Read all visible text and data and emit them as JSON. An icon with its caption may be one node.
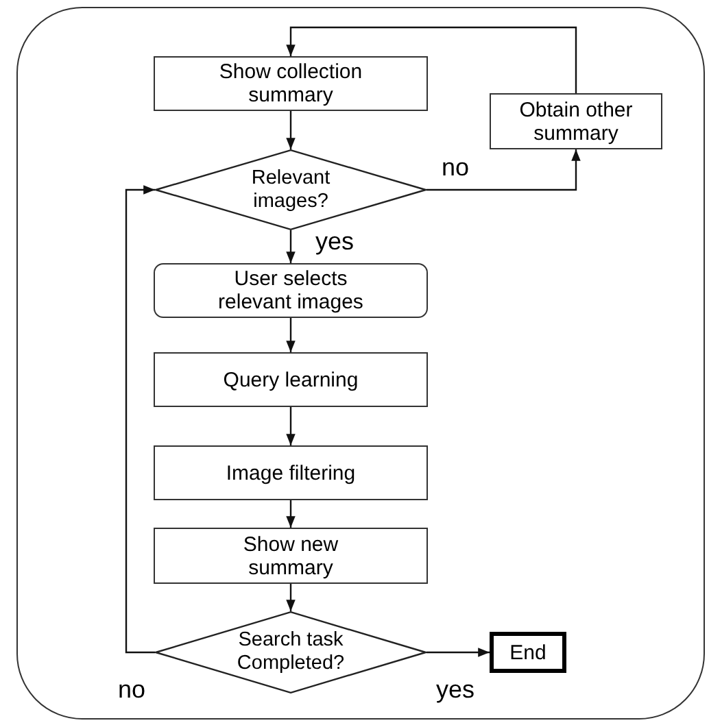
{
  "diagram": {
    "nodes": [
      {
        "text": [
          "Show collection summary"
        ]
      },
      {
        "text": [
          "Obtain other summary"
        ]
      },
      {
        "text": [
          "Relevant images?"
        ]
      },
      {
        "text": [
          "User selects relevant images"
        ]
      },
      {
        "text": [
          "Query learning"
        ]
      },
      {
        "text": [
          "Image filtering"
        ]
      },
      {
        "text": [
          "Show new summary"
        ]
      },
      {
        "text": [
          "Search task Completed?"
        ]
      },
      {
        "text": [
          "End"
        ]
      }
    ],
    "edges": [
      {
        "from": 0,
        "to": 2,
        "arrow": "to"
      },
      {
        "from": 2,
        "to": 1,
        "arrow": "to",
        "label": "no"
      },
      {
        "from": 1,
        "to": 0,
        "arrow": "to"
      },
      {
        "from": 2,
        "to": 3,
        "arrow": "to",
        "label": "yes"
      },
      {
        "from": 3,
        "to": 4,
        "arrow": "to"
      },
      {
        "from": 4,
        "to": 5,
        "arrow": "to"
      },
      {
        "from": 5,
        "to": 6,
        "arrow": "to"
      },
      {
        "from": 6,
        "to": 7,
        "arrow": "to"
      },
      {
        "from": 7,
        "to": 8,
        "arrow": "to",
        "label": "yes"
      },
      {
        "from": 7,
        "to": 2,
        "arrow": "to",
        "label": "no"
      }
    ]
  }
}
